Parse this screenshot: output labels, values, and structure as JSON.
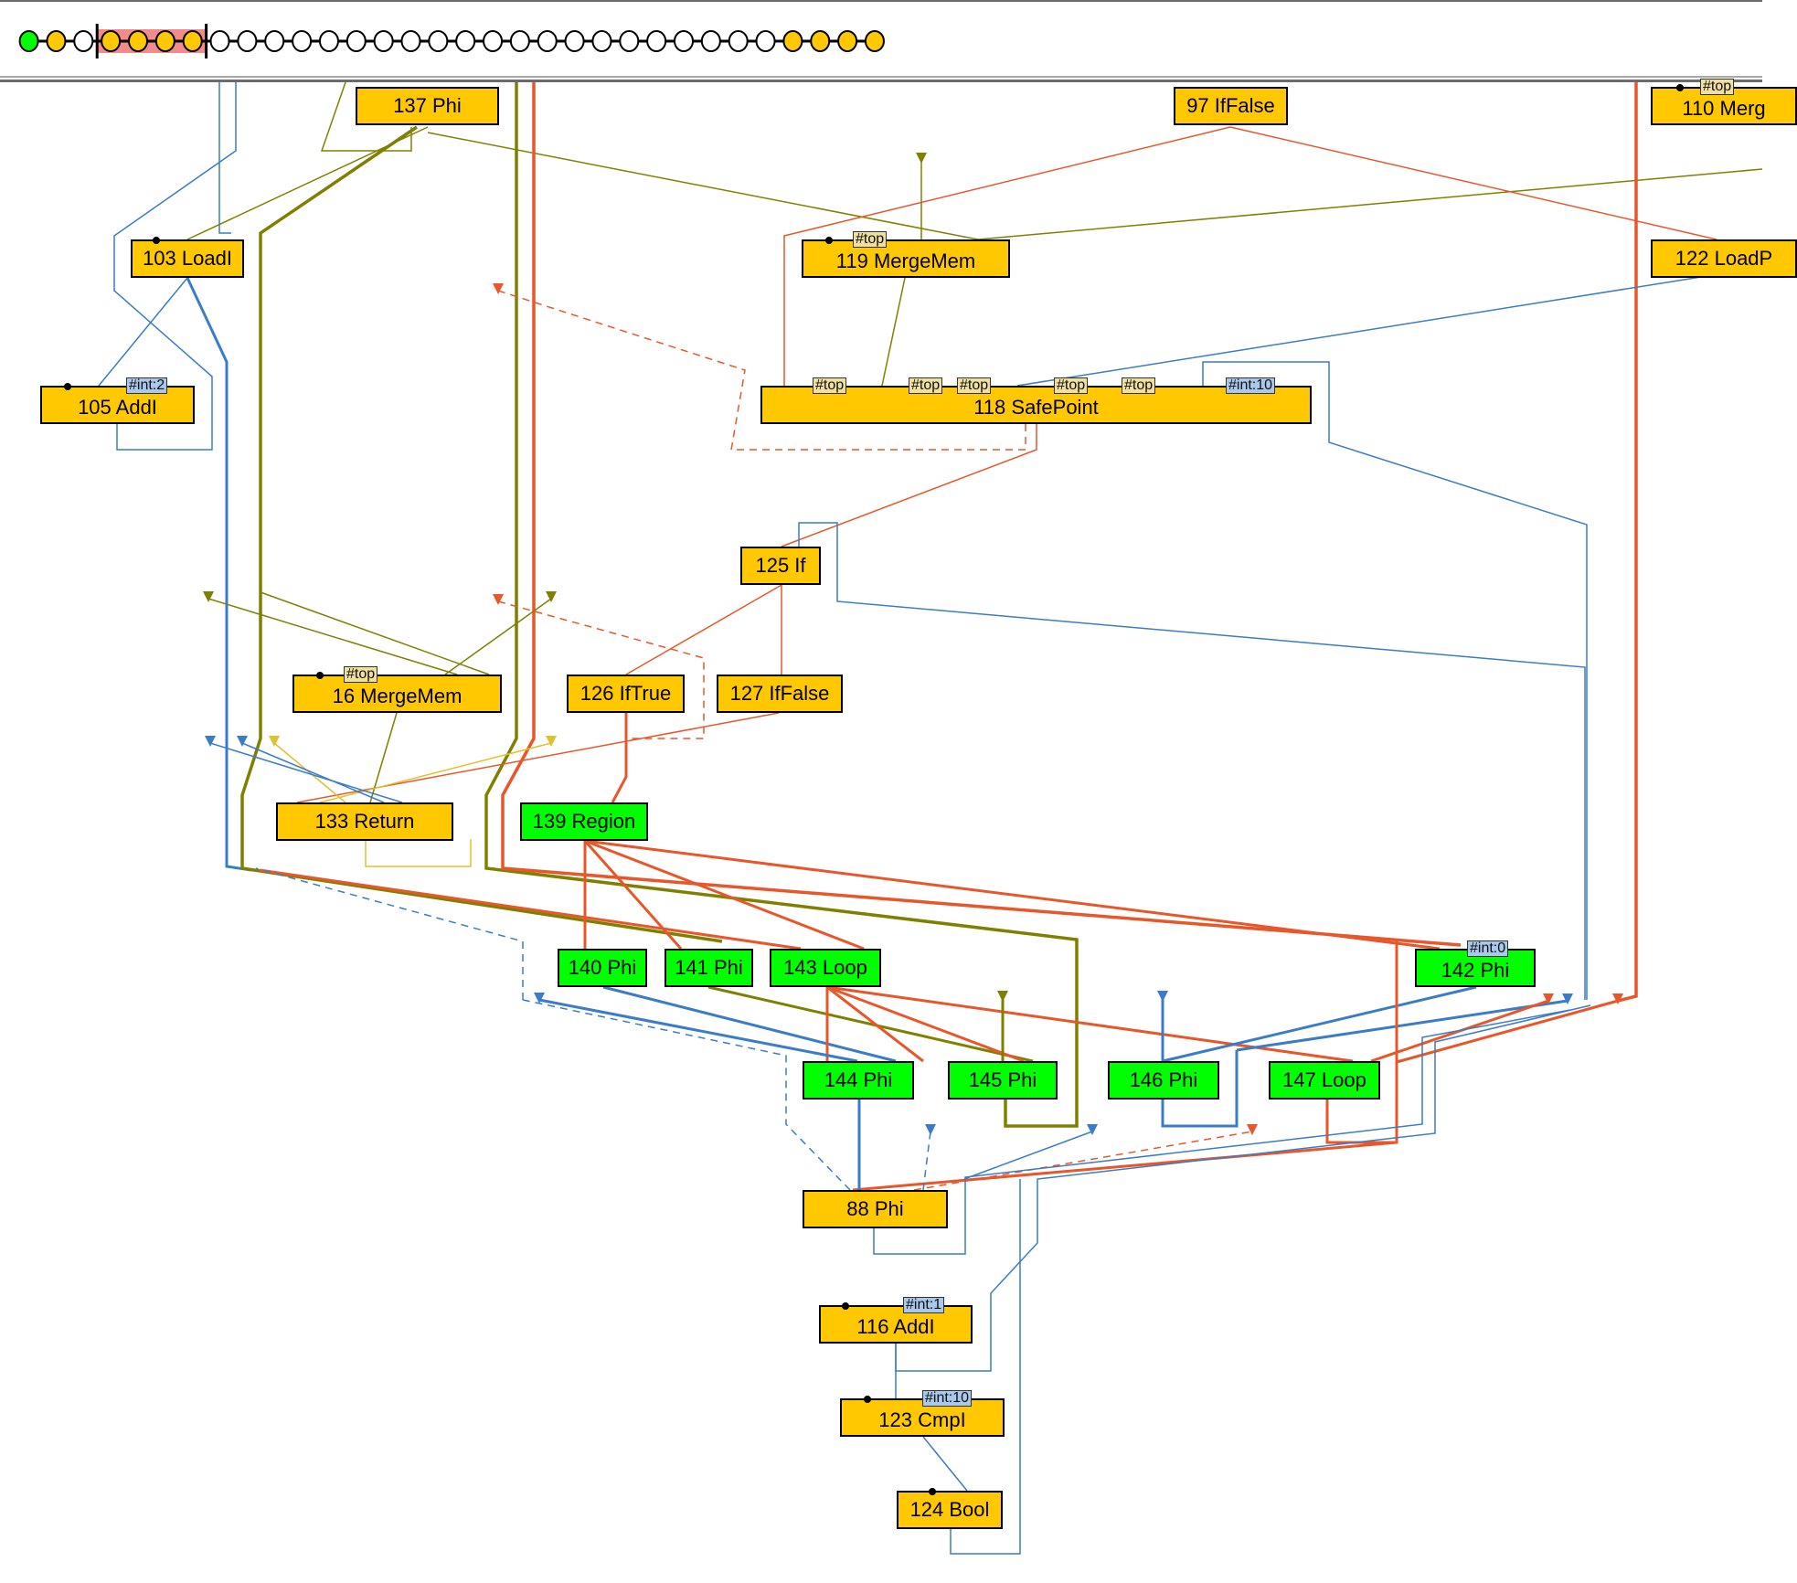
{
  "timeline": {
    "states": [
      "green",
      "yellow",
      "white",
      "yellow",
      "yellow",
      "yellow",
      "yellow",
      "white",
      "white",
      "white",
      "white",
      "white",
      "white",
      "white",
      "white",
      "white",
      "white",
      "white",
      "white",
      "white",
      "white",
      "white",
      "white",
      "white",
      "white",
      "white",
      "white",
      "white",
      "yellow",
      "yellow",
      "yellow",
      "yellow"
    ],
    "selection_range": [
      3,
      6
    ],
    "colors": {
      "green": "#00ff00",
      "yellow": "#ffc800",
      "white": "#ffffff",
      "selection": "#f28b8b"
    }
  },
  "colors": {
    "control_edge": "#e8572a",
    "memory_edge": "#808000",
    "data_edge": "#3a7cc8",
    "other_edge": "#e0c030",
    "node_default": "#ffc800",
    "node_selected": "#00ff00",
    "tag_top": "#f0e0a0",
    "tag_int": "#a8c8ec"
  },
  "nodes": [
    {
      "id": "137",
      "label": "137 Phi",
      "color": "yellow",
      "dot": false,
      "tags": []
    },
    {
      "id": "97",
      "label": "97 IfFalse",
      "color": "yellow",
      "dot": false,
      "tags": []
    },
    {
      "id": "110",
      "label": "110 Merg",
      "color": "yellow",
      "dot": true,
      "tags": [
        {
          "text": "#top",
          "kind": "top"
        }
      ]
    },
    {
      "id": "103",
      "label": "103 LoadI",
      "color": "yellow",
      "dot": true,
      "tags": []
    },
    {
      "id": "119",
      "label": "119 MergeMem",
      "color": "yellow",
      "dot": true,
      "tags": [
        {
          "text": "#top",
          "kind": "top"
        }
      ]
    },
    {
      "id": "122",
      "label": "122 LoadP",
      "color": "yellow",
      "dot": false,
      "tags": []
    },
    {
      "id": "105",
      "label": "105 AddI",
      "color": "yellow",
      "dot": true,
      "tags": [
        {
          "text": "#int:2",
          "kind": "int"
        }
      ]
    },
    {
      "id": "118",
      "label": "118 SafePoint",
      "color": "yellow",
      "dot": false,
      "tags": [
        {
          "text": "#top",
          "kind": "top"
        },
        {
          "text": "#top",
          "kind": "top"
        },
        {
          "text": "#top",
          "kind": "top"
        },
        {
          "text": "#top",
          "kind": "top"
        },
        {
          "text": "#top",
          "kind": "top"
        },
        {
          "text": "#int:10",
          "kind": "int"
        }
      ]
    },
    {
      "id": "125",
      "label": "125 If",
      "color": "yellow",
      "dot": false,
      "tags": []
    },
    {
      "id": "16",
      "label": "16 MergeMem",
      "color": "yellow",
      "dot": true,
      "tags": [
        {
          "text": "#top",
          "kind": "top"
        }
      ]
    },
    {
      "id": "126",
      "label": "126 IfTrue",
      "color": "yellow",
      "dot": false,
      "tags": []
    },
    {
      "id": "127",
      "label": "127 IfFalse",
      "color": "yellow",
      "dot": false,
      "tags": []
    },
    {
      "id": "133",
      "label": "133 Return",
      "color": "yellow",
      "dot": false,
      "tags": []
    },
    {
      "id": "139",
      "label": "139 Region",
      "color": "green",
      "dot": false,
      "tags": []
    },
    {
      "id": "140",
      "label": "140 Phi",
      "color": "green",
      "dot": false,
      "tags": []
    },
    {
      "id": "141",
      "label": "141 Phi",
      "color": "green",
      "dot": false,
      "tags": []
    },
    {
      "id": "143",
      "label": "143 Loop",
      "color": "green",
      "dot": false,
      "tags": []
    },
    {
      "id": "142",
      "label": "142 Phi",
      "color": "green",
      "dot": false,
      "tags": [
        {
          "text": "#int:0",
          "kind": "int"
        }
      ]
    },
    {
      "id": "144",
      "label": "144 Phi",
      "color": "green",
      "dot": false,
      "tags": []
    },
    {
      "id": "145",
      "label": "145 Phi",
      "color": "green",
      "dot": false,
      "tags": []
    },
    {
      "id": "146",
      "label": "146 Phi",
      "color": "green",
      "dot": false,
      "tags": []
    },
    {
      "id": "147",
      "label": "147 Loop",
      "color": "green",
      "dot": false,
      "tags": []
    },
    {
      "id": "88",
      "label": "88 Phi",
      "color": "yellow",
      "dot": false,
      "tags": []
    },
    {
      "id": "116",
      "label": "116 AddI",
      "color": "yellow",
      "dot": true,
      "tags": [
        {
          "text": "#int:1",
          "kind": "int"
        }
      ]
    },
    {
      "id": "123",
      "label": "123 CmpI",
      "color": "yellow",
      "dot": true,
      "tags": [
        {
          "text": "#int:10",
          "kind": "int"
        }
      ]
    },
    {
      "id": "124",
      "label": "124 Bool",
      "color": "yellow",
      "dot": true,
      "tags": []
    }
  ]
}
